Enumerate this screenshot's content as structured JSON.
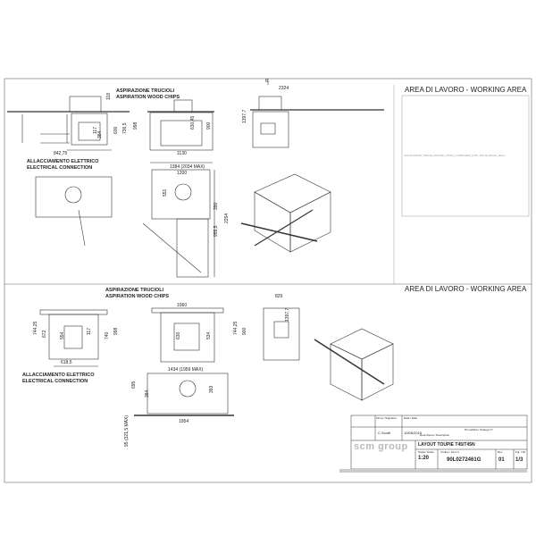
{
  "sheet": {
    "zone_marker": "6"
  },
  "top_section": {
    "header": "AREA DI LAVORO - WORKING AREA",
    "placeholder": "COLOCATRAP_IMAGE_PASTED_FROM_CLIPBOARD_0470_SOLID_EDGE_Sheet",
    "labels": {
      "aspiration_it": "ASPIRAZIONE TRUCIOLI",
      "aspiration_en": "ASPIRATION WOOD CHIPS",
      "electric_it": "ALLACCIAMENTO ELETTRICO",
      "electric_en": "ELECTRICAL CONNECTION"
    },
    "dimensions": [
      "2324",
      "842,75",
      "118",
      "117",
      "600",
      "736,5",
      "998",
      "384",
      "1130",
      "630,45",
      "900",
      "1397,7",
      "1384 (2034 MAX)",
      "1200",
      "551",
      "390",
      "2254",
      "955,5"
    ]
  },
  "bottom_section": {
    "header": "AREA DI LAVORO - WORKING AREA",
    "labels": {
      "aspiration_it": "ASPIRAZIONE TRUCIOLI",
      "aspiration_en": "ASPIRATION WOOD CHIPS",
      "electric_it": "ALLACCIAMENTO ELETTRICO",
      "electric_en": "ELECTRICAL CONNECTION"
    },
    "dimensions": [
      "744,25",
      "672",
      "554",
      "740",
      "998",
      "618,5",
      "117",
      "1060",
      "630",
      "534",
      "744,25",
      "900",
      "829",
      "1397,7",
      "1434 (1959 MAX)",
      "695",
      "384",
      "393",
      "1954",
      "95 (321,5 MAX)"
    ]
  },
  "title_block": {
    "logo": "scm group",
    "first_signature_label": "Firma / Signature",
    "date_label": "Data / Date",
    "drawn_by": "C.Scotti",
    "date": "10/06/2015",
    "modification_label": "N°modifica / Change N°",
    "description_label": "Descrizione / Description",
    "title": "LAYOUT TOUPIE T45/T45N",
    "scale_label": "Scala / Scale",
    "scale": "1:20",
    "code_label": "Codice / Item N.",
    "code": "90L0272461G",
    "rev_label": "Rev.",
    "revision": "01",
    "sheet_label": "Fgl. / Sh.",
    "sheet": "1/3"
  }
}
